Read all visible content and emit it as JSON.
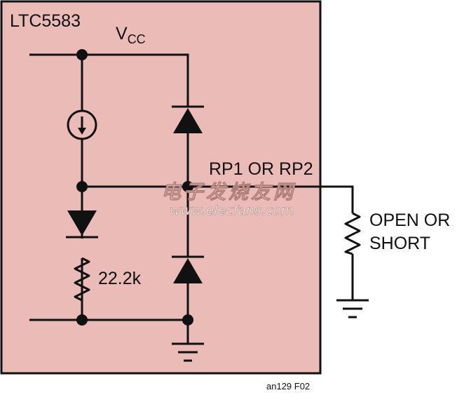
{
  "chip": {
    "name": "LTC5583",
    "supply_label_main": "V",
    "supply_label_sub": "CC",
    "resistor_value": "22.2k",
    "pin_label": "RP1 OR RP2"
  },
  "external": {
    "option_line1": "OPEN OR",
    "option_line2": "SHORT"
  },
  "figure_id": "an129 F02",
  "watermark": {
    "site_name": "电子发烧友网",
    "url": "www.elecfans.com"
  },
  "colors": {
    "chip_fill": "#ebbcb7",
    "wire": "#111111",
    "watermark": "#ffffff"
  },
  "icons": [
    "current-source-icon",
    "diode-icon",
    "resistor-icon",
    "ground-icon",
    "junction-dot-icon"
  ]
}
